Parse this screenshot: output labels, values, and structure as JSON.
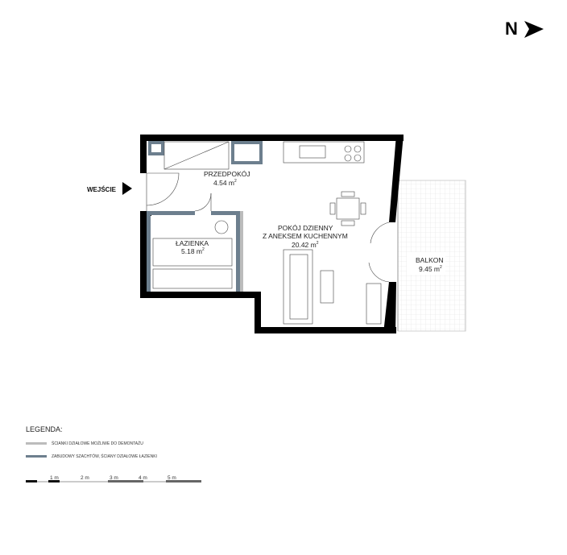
{
  "north": {
    "letter": "N"
  },
  "entrance": {
    "label": "WEJŚCIE"
  },
  "rooms": [
    {
      "name": "PRZEDPOKÓJ",
      "area": "4.54 m",
      "unit_sup": "2"
    },
    {
      "name": "ŁAZIENKA",
      "area": "5.18 m",
      "unit_sup": "2"
    },
    {
      "name_line1": "POKÓJ DZIENNY",
      "name_line2": "Z ANEKSEM KUCHENNYM",
      "area": "20.42 m",
      "unit_sup": "2"
    },
    {
      "name": "BALKON",
      "area": "9.45 m",
      "unit_sup": "2"
    }
  ],
  "legend": {
    "title": "LEGENDA:",
    "items": [
      {
        "text": "ŚCIANKI DZIAŁOWE MOŻLIWE DO DEMONTAŻU",
        "color": "#bcbcbc"
      },
      {
        "text": "ZABUDOWY SZACHTÓW, ŚCIANY DZIAŁOWE ŁAZIENKI",
        "color": "#6d7f8e"
      }
    ]
  },
  "scale": {
    "labels": [
      "1 m",
      "2 m",
      "3 m",
      "4 m",
      "5 m"
    ]
  },
  "colors": {
    "wall": "#000000",
    "shaft": "#6d7f8e",
    "removable": "#bcbcbc",
    "balcony_grid": "#d0d0d0"
  }
}
